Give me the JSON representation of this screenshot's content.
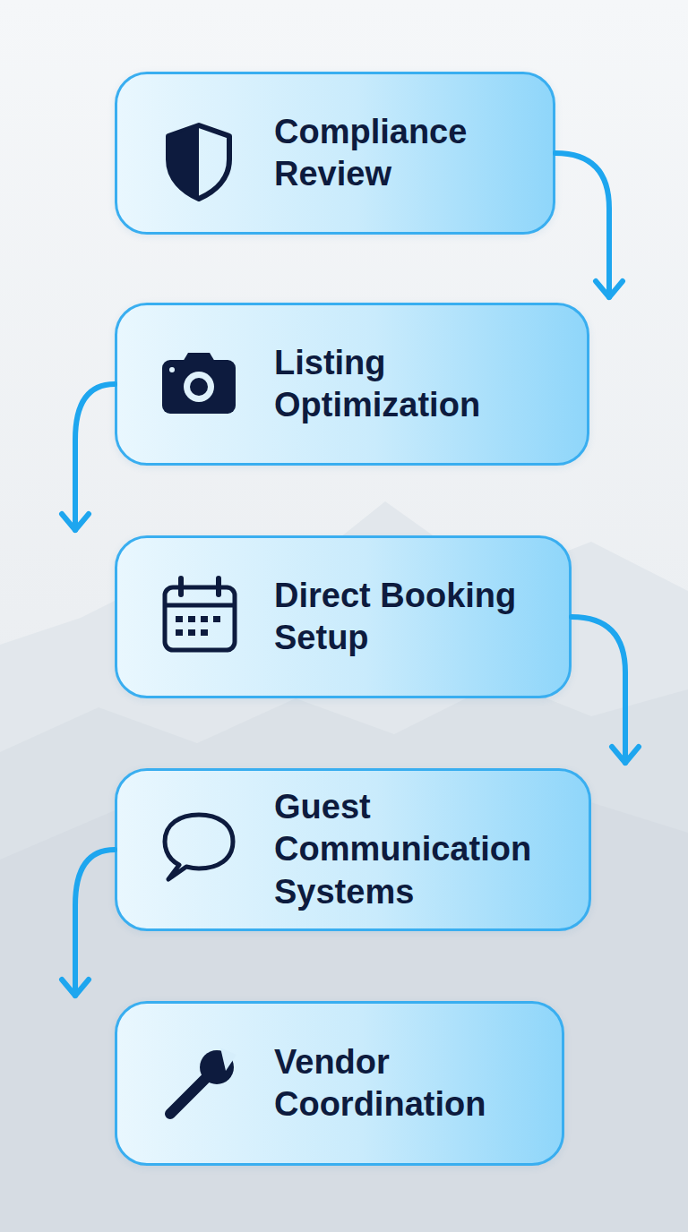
{
  "diagram": {
    "nodes": [
      {
        "text": [
          "Compliance Review"
        ]
      },
      {
        "text": [
          "Listing Optimization"
        ]
      },
      {
        "text": [
          "Direct Booking Setup"
        ]
      },
      {
        "text": [
          "Guest Communication Systems"
        ]
      },
      {
        "text": [
          "Vendor Coordination"
        ]
      }
    ],
    "edges": [
      {
        "from": 0,
        "to": 1,
        "arrow": "to"
      },
      {
        "from": 1,
        "to": 2,
        "arrow": "to"
      },
      {
        "from": 2,
        "to": 3,
        "arrow": "to"
      },
      {
        "from": 3,
        "to": 4,
        "arrow": "to"
      }
    ]
  }
}
